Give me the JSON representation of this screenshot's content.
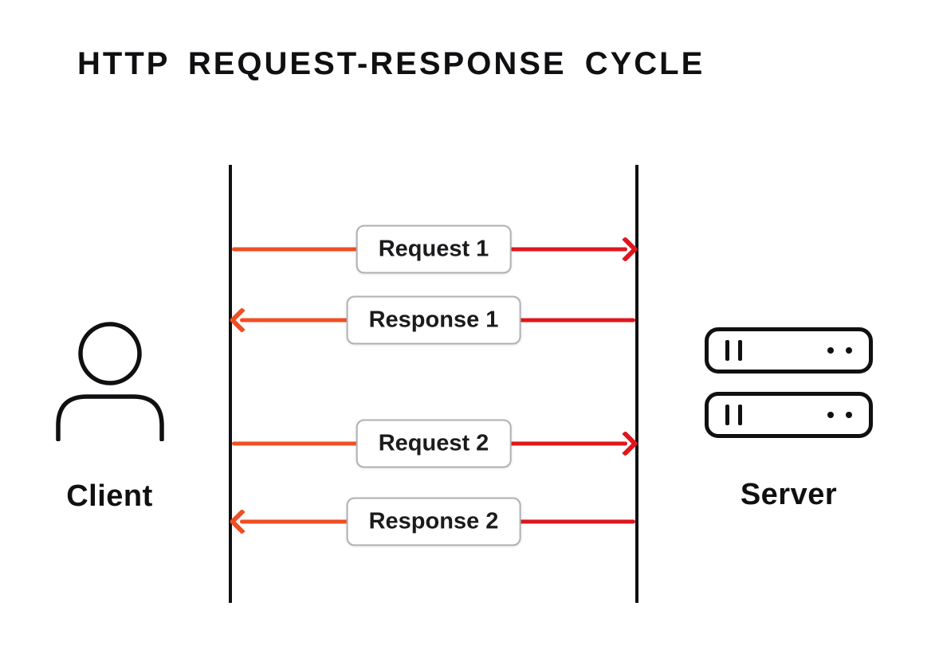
{
  "title": "HTTP REQUEST-RESPONSE CYCLE",
  "client": {
    "label": "Client"
  },
  "server": {
    "label": "Server"
  },
  "messages": [
    {
      "label": "Request 1",
      "direction": "client-to-server"
    },
    {
      "label": "Response 1",
      "direction": "server-to-client"
    },
    {
      "label": "Request 2",
      "direction": "client-to-server"
    },
    {
      "label": "Response 2",
      "direction": "server-to-client"
    }
  ],
  "colors": {
    "orange": "#F04E23",
    "red": "#E0161C",
    "ink": "#101013",
    "label-border": "#b0b0b5",
    "background": "#ffffff",
    "text": "#1b1b1e"
  }
}
